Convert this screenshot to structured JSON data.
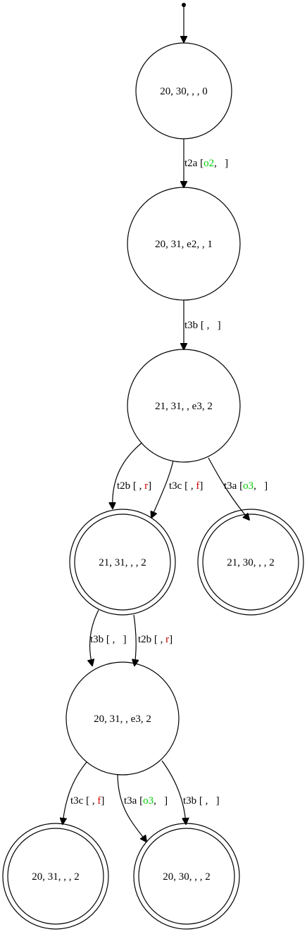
{
  "colors": {
    "line": "#000000",
    "green_token": "#00cc00",
    "red_token": "#cc0000"
  },
  "nodes": [
    {
      "id": "n0",
      "label": "20, 30, , , 0",
      "accepting": false
    },
    {
      "id": "n1",
      "label": "20, 31, e2, , 1",
      "accepting": false
    },
    {
      "id": "n2",
      "label": "21, 31, , e3, 2",
      "accepting": false
    },
    {
      "id": "n3",
      "label": "21, 31, , , 2",
      "accepting": true
    },
    {
      "id": "n4",
      "label": "21, 30, , , 2",
      "accepting": true
    },
    {
      "id": "n5",
      "label": "20, 31, , e3, 2",
      "accepting": false
    },
    {
      "id": "n6",
      "label": "20, 31, , , 2",
      "accepting": true
    },
    {
      "id": "n7",
      "label": "20, 30, , , 2",
      "accepting": true
    }
  ],
  "edges": [
    {
      "from": "n0",
      "to": "n1",
      "label": [
        {
          "text": "t2a ["
        },
        {
          "text": "o2",
          "color": "green"
        },
        {
          "text": ",   ]"
        }
      ]
    },
    {
      "from": "n1",
      "to": "n2",
      "label": [
        {
          "text": "t3b [ ,   ]"
        }
      ]
    },
    {
      "from": "n2",
      "to": "n3",
      "label": [
        {
          "text": "t2b [ , "
        },
        {
          "text": "r",
          "color": "red"
        },
        {
          "text": "]"
        }
      ]
    },
    {
      "from": "n2",
      "to": "n3",
      "label": [
        {
          "text": "t3c [ , "
        },
        {
          "text": "f",
          "color": "red"
        },
        {
          "text": "]"
        }
      ]
    },
    {
      "from": "n2",
      "to": "n4",
      "label": [
        {
          "text": "t3a ["
        },
        {
          "text": "o3",
          "color": "green"
        },
        {
          "text": ",   ]"
        }
      ]
    },
    {
      "from": "n3",
      "to": "n5",
      "label": [
        {
          "text": "t3b [ ,   ]"
        }
      ]
    },
    {
      "from": "n3",
      "to": "n5",
      "label": [
        {
          "text": "t2b [ , "
        },
        {
          "text": "r",
          "color": "red"
        },
        {
          "text": "]"
        }
      ]
    },
    {
      "from": "n5",
      "to": "n6",
      "label": [
        {
          "text": "t3c [ , "
        },
        {
          "text": "f",
          "color": "red"
        },
        {
          "text": "]"
        }
      ]
    },
    {
      "from": "n5",
      "to": "n7",
      "label": [
        {
          "text": "t3a ["
        },
        {
          "text": "o3",
          "color": "green"
        },
        {
          "text": ",   ]"
        }
      ]
    },
    {
      "from": "n5",
      "to": "n7",
      "label": [
        {
          "text": "t3b [ ,   ]"
        }
      ]
    }
  ]
}
